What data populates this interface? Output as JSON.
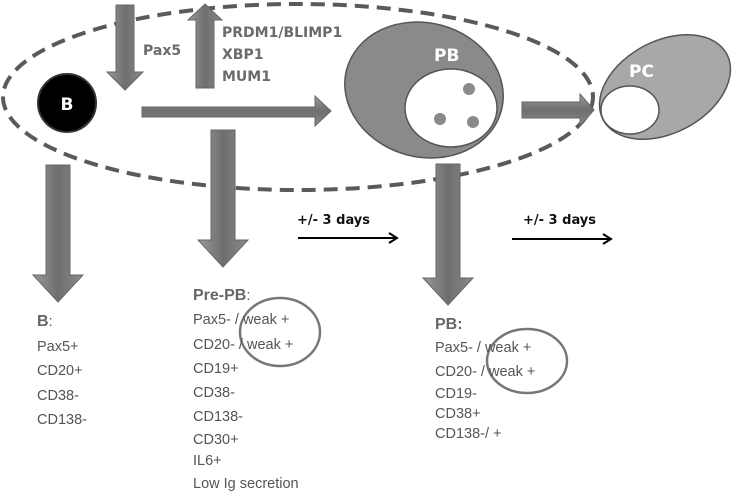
{
  "diagram": {
    "cells": {
      "b": "B",
      "pb": "PB",
      "pc": "PC"
    },
    "factors": {
      "down": "Pax5",
      "up": [
        "PRDM1/BLIMP1",
        "XBP1",
        "MUM1"
      ]
    },
    "timing": [
      "+/- 3 days",
      "+/- 3 days"
    ],
    "stages": {
      "b": {
        "title": "B",
        "suffix": ":",
        "markers": [
          "Pax5+",
          "CD20+",
          "CD38-",
          "CD138-"
        ]
      },
      "pre_pb": {
        "title": "Pre-PB",
        "suffix": ":",
        "markers": [
          "Pax5- / weak +",
          "CD20- / weak +",
          "CD19+",
          "CD38-",
          "CD138-",
          "CD30+",
          "IL6+",
          "Low Ig secretion"
        ]
      },
      "pb": {
        "title": "PB:",
        "markers": [
          "Pax5- / weak +",
          "CD20- / weak +",
          "CD19-",
          "CD38+",
          "CD138-/ +"
        ]
      }
    },
    "colors": {
      "arrow": "#7a7a7a",
      "pb_cell": "#8a8a8a",
      "pc_cell": "#a8a8a8",
      "b_cell": "#000000",
      "dashed_ellipse": "#5a5a5a"
    }
  }
}
